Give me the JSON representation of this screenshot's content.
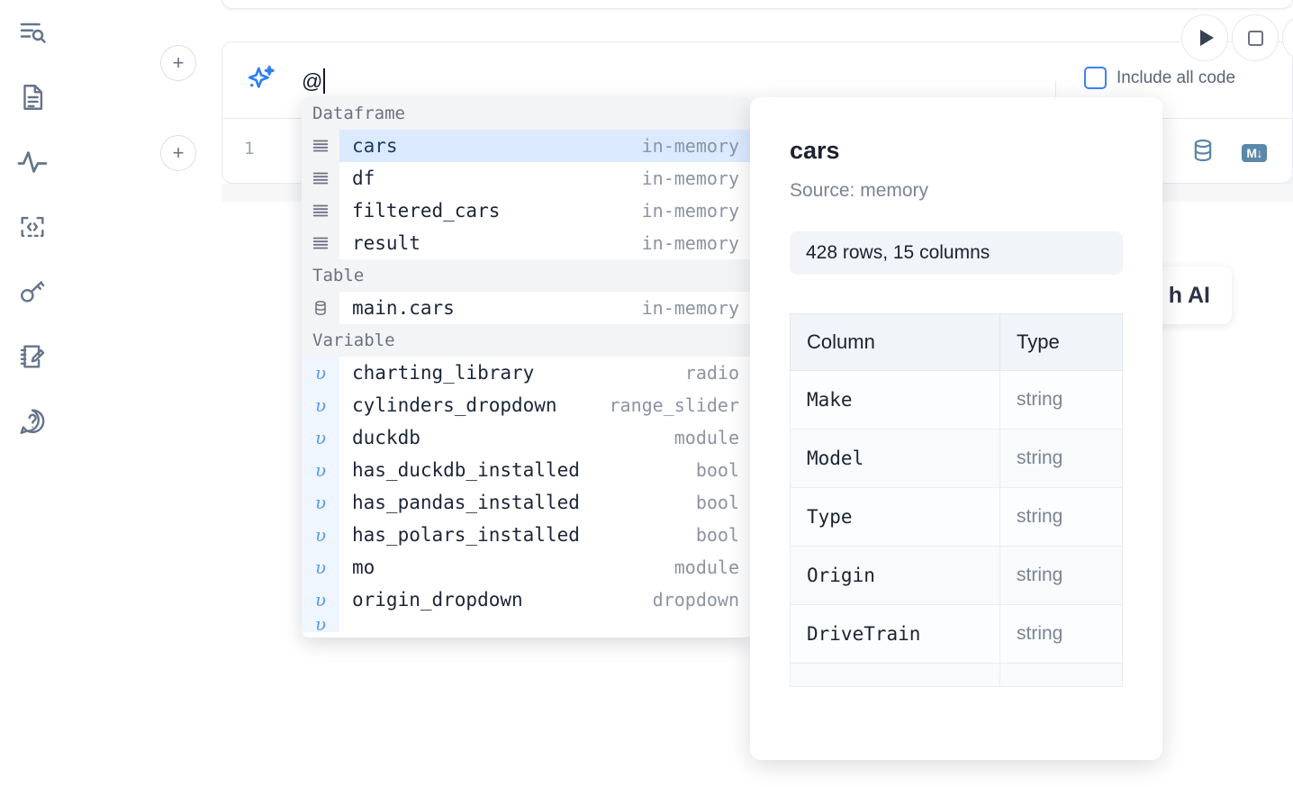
{
  "app": {
    "sidebar": {
      "items": [
        {
          "icon": "list-search-icon",
          "name": "explore-notebook"
        },
        {
          "icon": "document-icon",
          "name": "file-explorer"
        },
        {
          "icon": "activity-pulse-icon",
          "name": "runtime-activity"
        },
        {
          "icon": "code-brackets-icon",
          "name": "snippets"
        },
        {
          "icon": "key-icon",
          "name": "secrets"
        },
        {
          "icon": "notebook-pencil-icon",
          "name": "scratchpad"
        },
        {
          "icon": "help-chat-icon",
          "name": "help"
        }
      ]
    },
    "toolbar": {
      "add_label": "+",
      "run_icon": "play-triangle-icon",
      "stop_icon": "stop-square-icon",
      "include_all_code_label": "Include all code",
      "include_all_code_checked": false
    },
    "ai_prompt": {
      "sparkle_icon": "ai-sparkle-icon",
      "value": "@",
      "placeholder": ""
    },
    "code_cell": {
      "line_number": "1",
      "database_icon": "database-icon",
      "markdown_badge": "M↓"
    },
    "floating_button": {
      "label": "h AI"
    }
  },
  "autocomplete": {
    "groups": [
      {
        "label": "Dataframe",
        "items": [
          {
            "icon": "dataframe-icon",
            "name": "cars",
            "type": "in-memory",
            "selected": true
          },
          {
            "icon": "dataframe-icon",
            "name": "df",
            "type": "in-memory",
            "selected": false
          },
          {
            "icon": "dataframe-icon",
            "name": "filtered_cars",
            "type": "in-memory",
            "selected": false
          },
          {
            "icon": "dataframe-icon",
            "name": "result",
            "type": "in-memory",
            "selected": false
          }
        ]
      },
      {
        "label": "Table",
        "items": [
          {
            "icon": "table-db-icon",
            "name": "main.cars",
            "type": "in-memory",
            "selected": false
          }
        ]
      },
      {
        "label": "Variable",
        "items": [
          {
            "icon": "variable-icon",
            "name": "charting_library",
            "type": "radio",
            "selected": false
          },
          {
            "icon": "variable-icon",
            "name": "cylinders_dropdown",
            "type": "range_slider",
            "selected": false
          },
          {
            "icon": "variable-icon",
            "name": "duckdb",
            "type": "module",
            "selected": false
          },
          {
            "icon": "variable-icon",
            "name": "has_duckdb_installed",
            "type": "bool",
            "selected": false
          },
          {
            "icon": "variable-icon",
            "name": "has_pandas_installed",
            "type": "bool",
            "selected": false
          },
          {
            "icon": "variable-icon",
            "name": "has_polars_installed",
            "type": "bool",
            "selected": false
          },
          {
            "icon": "variable-icon",
            "name": "mo",
            "type": "module",
            "selected": false
          },
          {
            "icon": "variable-icon",
            "name": "origin_dropdown",
            "type": "dropdown",
            "selected": false
          }
        ]
      }
    ]
  },
  "info_panel": {
    "title": "cars",
    "source": "Source: memory",
    "shape": "428 rows, 15 columns",
    "headers": [
      "Column",
      "Type"
    ],
    "rows": [
      [
        "Make",
        "string"
      ],
      [
        "Model",
        "string"
      ],
      [
        "Type",
        "string"
      ],
      [
        "Origin",
        "string"
      ],
      [
        "DriveTrain",
        "string"
      ]
    ]
  },
  "colors": {
    "accent_blue": "#2d7ff9",
    "selected_row": "#dbeafe",
    "group_header_bg": "#f3f4f6",
    "variable_gutter": "#eff6ff",
    "icon_gray": "#64748b",
    "db_icon": "#5b87a8"
  }
}
